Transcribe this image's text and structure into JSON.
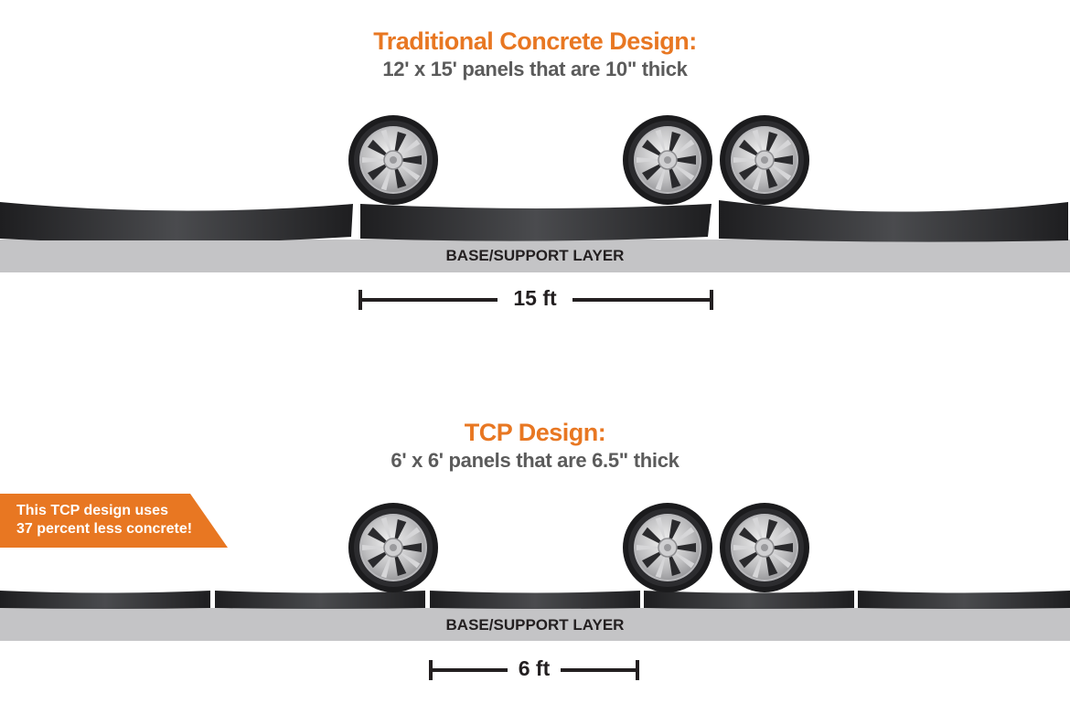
{
  "top": {
    "title": "Traditional Concrete Design:",
    "subtitle": "12' x 15' panels that are 10\" thick",
    "base_label": "BASE/SUPPORT LAYER",
    "dimension_label": "15 ft"
  },
  "bottom": {
    "title": "TCP Design:",
    "subtitle": "6' x 6' panels that are 6.5\" thick",
    "base_label": "BASE/SUPPORT LAYER",
    "dimension_label": "6 ft"
  },
  "callout": {
    "line1": "This TCP design uses",
    "line2": "37 percent less concrete!"
  },
  "colors": {
    "accent_orange": "#e87722",
    "subtitle_gray": "#5b5b5b",
    "base_gray": "#c4c4c6",
    "panel_dark": "#2a2a2c",
    "dimension_black": "#231f20"
  },
  "icons": {
    "wheel": "tire-wheel-icon"
  }
}
